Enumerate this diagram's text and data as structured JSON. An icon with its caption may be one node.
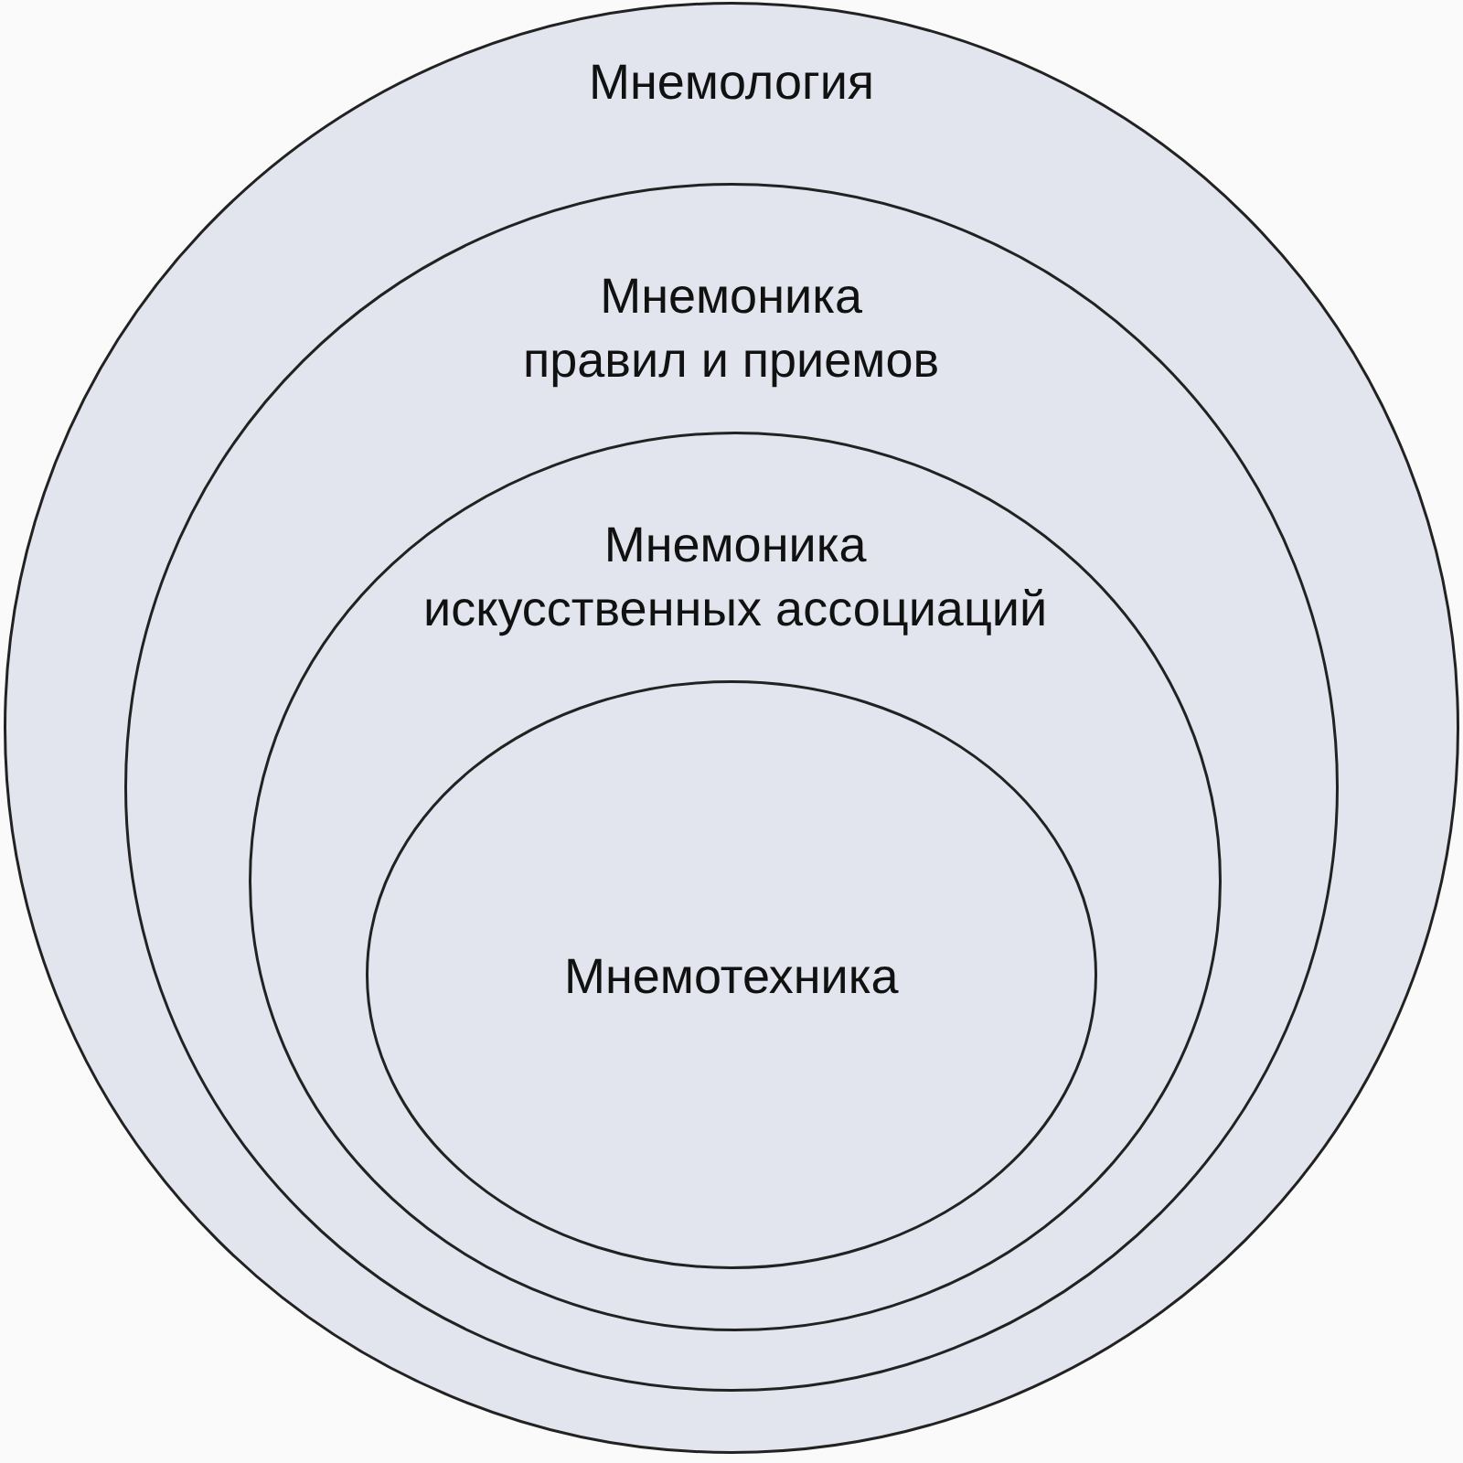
{
  "diagram": {
    "nodes": [
      {
        "text": [
          "Мнемология"
        ]
      },
      {
        "text": [
          "Мнемоника правил и приемов"
        ],
        "in": 0
      },
      {
        "text": [
          "Мнемоника искусственных ассоциаций"
        ],
        "in": 1
      },
      {
        "text": [
          "Мнемотехника"
        ],
        "in": 2
      }
    ]
  }
}
